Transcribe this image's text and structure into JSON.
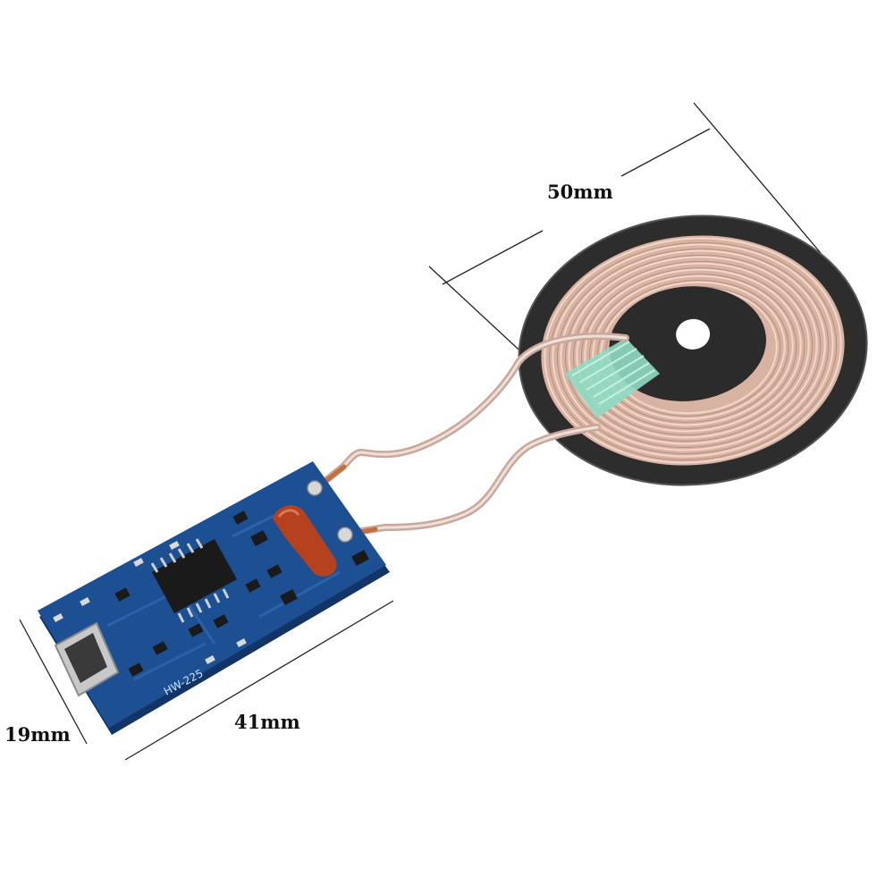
{
  "dimensions": {
    "coil_diameter": "50mm",
    "board_length": "41mm",
    "board_width": "19mm"
  },
  "board": {
    "silkscreen_model": "HW-225"
  },
  "colors": {
    "pcb": "#1d4f93",
    "pcb_edge": "#123567",
    "coil_copper": "#d9b5a5",
    "ferrite": "#2a2a2a",
    "capacitor": "#b5421d",
    "tape": "#8fdcc4",
    "dimension_line": "#222222"
  }
}
